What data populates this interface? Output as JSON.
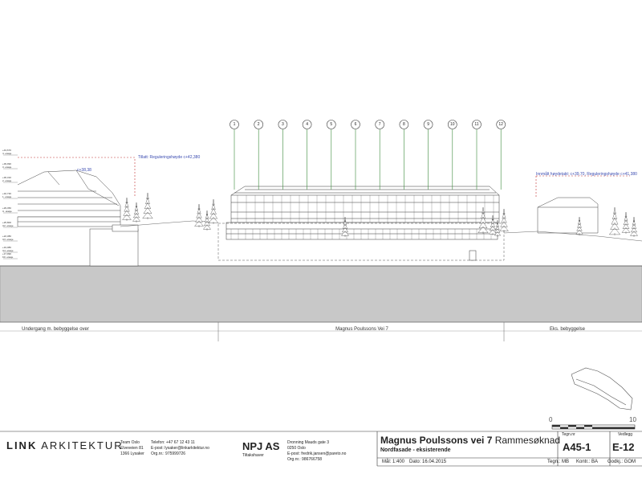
{
  "drawing": {
    "grid_labels": [
      "1",
      "2",
      "3",
      "4",
      "5",
      "6",
      "7",
      "8",
      "9",
      "10",
      "11",
      "12"
    ],
    "levels": [
      {
        "value": "+43,670",
        "note": "4. etasje"
      },
      {
        "value": "+39,990",
        "note": "3. etasje"
      },
      {
        "value": "+36,310",
        "note": "2. etasje"
      },
      {
        "value": "+32,730",
        "note": "1. etasje"
      },
      {
        "value": "+29,450",
        "note": "U. etasje"
      },
      {
        "value": "+25,800",
        "note": "U2. etasje"
      },
      {
        "value": "+22,380",
        "note": "U3. etasje"
      },
      {
        "value": "+19,080",
        "note": "U4. etasje"
      },
      {
        "value": "+17,990",
        "note": "K0. etasje"
      }
    ],
    "annotation_left": "Tillatt: Reguleringshøyde c+42,380",
    "annotation_left_small": "c+38,38",
    "annotation_right": "Innmålt høydetakt: c+39,70, Reguleringshøyde c+41,380",
    "section_labels": {
      "left": "Undergang m. bebyggelse over",
      "center": "Magnus Poulssons Vei 7",
      "right": "Eks. bebyggelse"
    },
    "scale_bar": {
      "start": "0",
      "end": "10"
    }
  },
  "title_block": {
    "architect": {
      "logo_bold": "LINK",
      "logo_light": "ARKITEKTUR",
      "team": "Team Oslo",
      "street": "Elveveien 81",
      "city": "1366 Lysaker",
      "phone": "Telefon: +47 67 12 43 11",
      "email": "E-post: lysaker@linkarkitektur.no",
      "org": "Org.nr.: 975999726"
    },
    "client": {
      "name": "NPJ AS",
      "role": "Tiltakshaver",
      "street": "Dronning Mauds gate 3",
      "city": "0250 Oslo",
      "email": "E-post: fredrik.jansen@pareto.no",
      "org": "Org.nr.: 986766758"
    },
    "project": {
      "title_bold": "Magnus Poulssons vei 7",
      "title_rest": "Rammesøknad",
      "subtitle": "Nordfasade - eksisterende",
      "scale": "Mål: 1:400",
      "date": "Dato: 16.04.2015"
    },
    "drawing_no_label": "Tegn.nr",
    "drawing_no": "A45-1",
    "appendix_label": "Vedlegg",
    "appendix": "E-12",
    "drawn_by": "Tegn.: MB",
    "checked_by": "Kontr.: BA",
    "approved_by": "Godkj.: GOM"
  }
}
